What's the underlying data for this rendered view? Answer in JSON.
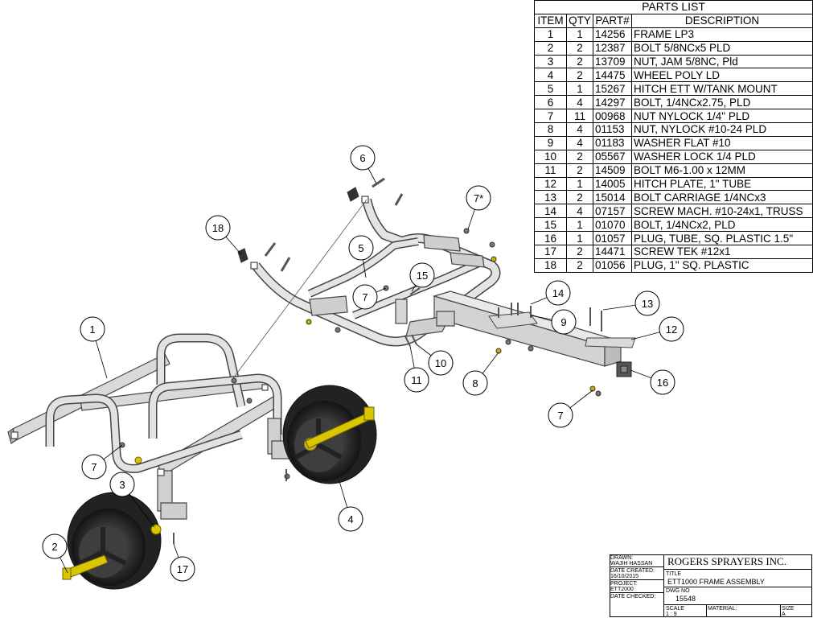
{
  "parts_list": {
    "title": "PARTS LIST",
    "headers": [
      "ITEM",
      "QTY",
      "PART#",
      "DESCRIPTION"
    ],
    "rows": [
      [
        "1",
        "1",
        "14256",
        "FRAME LP3"
      ],
      [
        "2",
        "2",
        "12387",
        "BOLT 5/8NCx5 PLD"
      ],
      [
        "3",
        "2",
        "13709",
        "NUT, JAM 5/8NC, Pld"
      ],
      [
        "4",
        "2",
        "14475",
        "WHEEL POLY LD"
      ],
      [
        "5",
        "1",
        "15267",
        "HITCH ETT W/TANK MOUNT"
      ],
      [
        "6",
        "4",
        "14297",
        "BOLT, 1/4NCx2.75, PLD"
      ],
      [
        "7",
        "11",
        "00968",
        "NUT NYLOCK 1/4\" PLD"
      ],
      [
        "8",
        "4",
        "01153",
        "NUT, NYLOCK #10-24 PLD"
      ],
      [
        "9",
        "4",
        "01183",
        "WASHER FLAT #10"
      ],
      [
        "10",
        "2",
        "05567",
        "WASHER LOCK 1/4 PLD"
      ],
      [
        "11",
        "2",
        "14509",
        "BOLT M6-1.00 x 12MM"
      ],
      [
        "12",
        "1",
        "14005",
        "HITCH PLATE, 1\" TUBE"
      ],
      [
        "13",
        "2",
        "15014",
        "BOLT CARRIAGE 1/4NCx3"
      ],
      [
        "14",
        "4",
        "07157",
        "SCREW MACH. #10-24x1, TRUSS"
      ],
      [
        "15",
        "1",
        "01070",
        "BOLT, 1/4NCx2, PLD"
      ],
      [
        "16",
        "1",
        "01057",
        "PLUG, TUBE, SQ. PLASTIC 1.5\""
      ],
      [
        "17",
        "2",
        "14471",
        "SCREW TEK #12x1"
      ],
      [
        "18",
        "2",
        "01056",
        "PLUG, 1\" SQ. PLASTIC"
      ]
    ]
  },
  "callouts": [
    "1",
    "2",
    "3",
    "4",
    "5",
    "6",
    "7",
    "7",
    "7",
    "7",
    "7*",
    "8",
    "9",
    "10",
    "11",
    "12",
    "13",
    "14",
    "15",
    "16",
    "17",
    "18"
  ],
  "title_block": {
    "drawn_label": "DRAWN:",
    "drawn_value": "WAJIH HASSAN",
    "date_created_label": "DATE CREATED:",
    "date_created_value": "16/10/2015",
    "project_label": "PROJECT:",
    "project_value": "ETT2000",
    "date_checked_label": "DATE CHECKED:",
    "company": "ROGERS SPRAYERS INC.",
    "title_label": "TITLE",
    "title_value": "ETT1000 FRAME ASSEMBLY",
    "dwg_label": "DWG NO",
    "dwg_value": "15548",
    "scale_label": "SCALE",
    "scale_value": "1 : 9",
    "material_label": "MATERIAL:",
    "size_label": "SIZE",
    "size_value": "A"
  }
}
